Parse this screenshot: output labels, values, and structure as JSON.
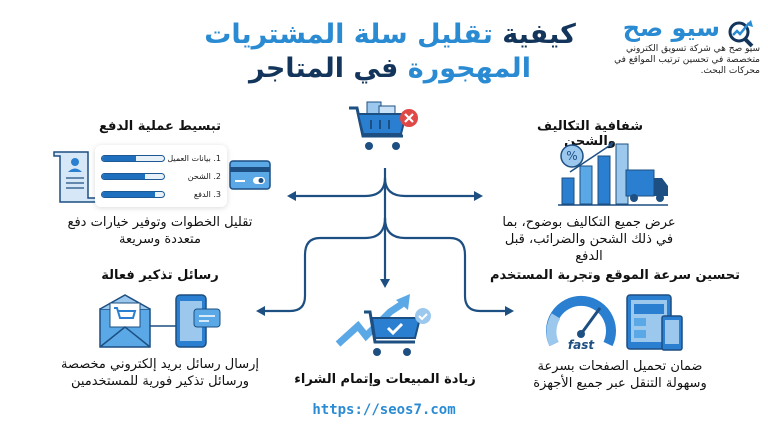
{
  "title": {
    "part1_dark": "كيفية",
    "part1_blue": "تقليل سلة المشتريات",
    "part2_blue": "المهجورة",
    "part2_dark": "في المتاجر"
  },
  "logo": {
    "name": "سيو صح",
    "description": "سيو صح هي شركة تسويق الكتروني متخصصة في تحسين ترتيب المواقع في محركات البحث."
  },
  "sections": {
    "payment": {
      "title": "تبسيط عملية الدفع",
      "description": "تقليل الخطوات وتوفير خيارات دفع متعددة وسريعة",
      "steps": [
        {
          "label": "1. بيانات العميل",
          "progress": 0.55
        },
        {
          "label": "2. الشحن",
          "progress": 0.7
        },
        {
          "label": "3. الدفع",
          "progress": 0.85
        }
      ]
    },
    "costs": {
      "title": "شفافية التكاليف والشحن",
      "description": "عرض جميع التكاليف بوضوح، بما في ذلك الشحن والضرائب، قبل الدفع"
    },
    "reminders": {
      "title": "رسائل تذكير فعالة",
      "description": "إرسال رسائل بريد إلكتروني مخصصة ورسائل تذكير فورية للمستخدمين"
    },
    "speed": {
      "title": "تحسين سرعة الموقع وتجربة المستخدم",
      "description": "ضمان تحميل الصفحات بسرعة وسهولة التنقل عبر جميع الأجهزة",
      "gauge_label": "fast"
    },
    "result": {
      "title": "زيادة المبيعات وإتمام الشراء"
    }
  },
  "url": "https://seos7.com",
  "colors": {
    "dark": "#13355b",
    "blue": "#2a8bd3",
    "red": "#e04848"
  }
}
